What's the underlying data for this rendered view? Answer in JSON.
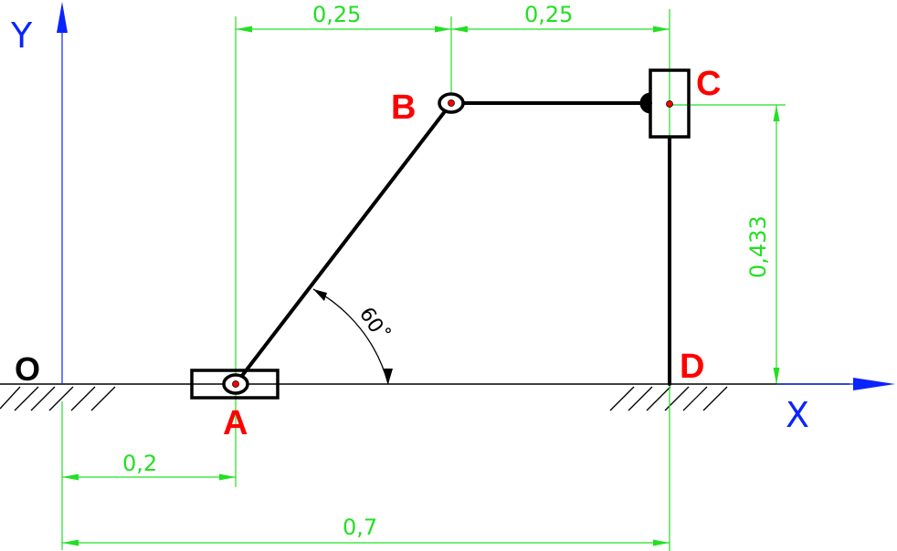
{
  "axes": {
    "x_label": "X",
    "y_label": "Y",
    "origin_label": "O",
    "color": "#0b24fb"
  },
  "points": {
    "A": "A",
    "B": "B",
    "C": "C",
    "D": "D",
    "color": "#ff0000"
  },
  "dimensions": {
    "top_left": "0,25",
    "top_right": "0,25",
    "vertical": "0,433",
    "bottom_short": "0,2",
    "bottom_long": "0,7",
    "color": "#22e022"
  },
  "angle": {
    "label": "60˚"
  }
}
